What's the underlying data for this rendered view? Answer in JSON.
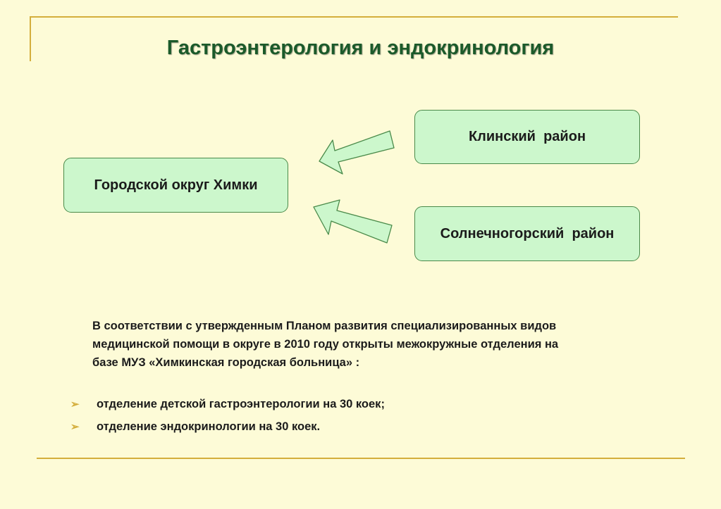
{
  "title": "Гастроэнтерология и эндокринология",
  "diagram": {
    "target": "Городской округ Химки",
    "sources": [
      "Клинский  район",
      "Солнечногорский  район"
    ]
  },
  "colors": {
    "background": "#fdfbd7",
    "frame": "#d4ae3c",
    "title": "#1b5a2a",
    "box_fill": "#ccf7cc",
    "box_border": "#4a8a4a"
  },
  "paragraph": [
    "В соответствии с утвержденным Планом  развития специализированных видов",
    "медицинской помощи в округе в 2010 году  открыты межокружные отделения на",
    "базе МУЗ «Химкинская городская больница» :"
  ],
  "bullet_marker": "➢",
  "bullets": [
    "отделение детской гастроэнтерологии на 30 коек;",
    "отделение эндокринологии на 30 коек."
  ]
}
